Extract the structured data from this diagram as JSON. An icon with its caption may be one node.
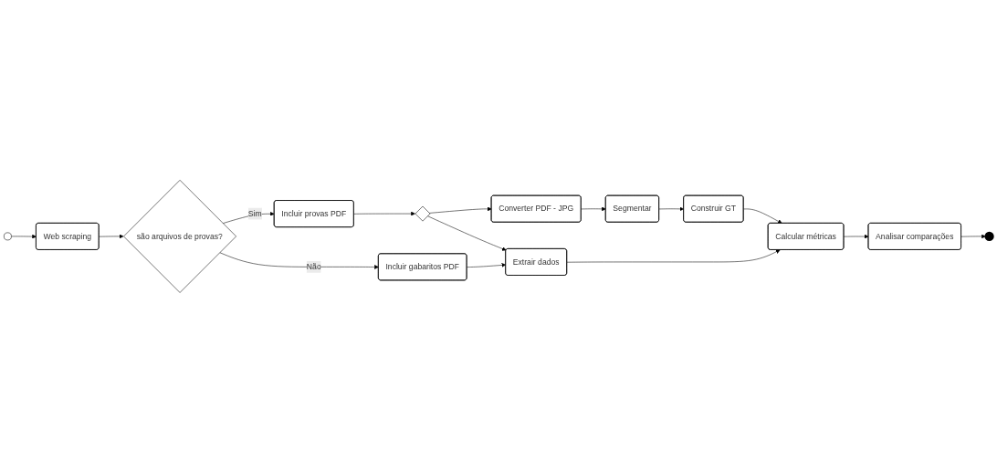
{
  "diagram": {
    "nodes": [
      {
        "text": [],
        "shape": "circle"
      },
      {
        "text": [
          "Web scraping"
        ]
      },
      {
        "text": [
          "são arquivos de provas?"
        ]
      },
      {
        "text": [
          "Incluir provas PDF"
        ]
      },
      {
        "text": [
          "Incluir gabaritos PDF"
        ]
      },
      {
        "text": [],
        "shape": "diamond"
      },
      {
        "text": [
          "Converter PDF - JPG"
        ]
      },
      {
        "text": [
          "Segmentar"
        ]
      },
      {
        "text": [
          "Construir GT"
        ]
      },
      {
        "text": [
          "Extrair dados"
        ]
      },
      {
        "text": [
          "Calcular métricas"
        ]
      },
      {
        "text": [
          "Analisar comparações"
        ]
      },
      {
        "text": [],
        "shape": "circle"
      }
    ],
    "edges": [
      {
        "from": 0,
        "to": 1,
        "arrow": "to"
      },
      {
        "from": 1,
        "to": 2,
        "arrow": "to"
      },
      {
        "from": 2,
        "to": 3,
        "arrow": "to",
        "label": "Sim"
      },
      {
        "from": 2,
        "to": 4,
        "arrow": "to",
        "label": "Não"
      },
      {
        "from": 3,
        "to": 5,
        "arrow": "to"
      },
      {
        "from": 5,
        "to": 6,
        "arrow": "to"
      },
      {
        "from": 5,
        "to": 9,
        "arrow": "to"
      },
      {
        "from": 6,
        "to": 7,
        "arrow": "to"
      },
      {
        "from": 7,
        "to": 8,
        "arrow": "to"
      },
      {
        "from": 8,
        "to": 10,
        "arrow": "to"
      },
      {
        "from": 4,
        "to": 9,
        "arrow": "to"
      },
      {
        "from": 9,
        "to": 10,
        "arrow": "to"
      },
      {
        "from": 10,
        "to": 11,
        "arrow": "to"
      },
      {
        "from": 11,
        "to": 12,
        "arrow": "to"
      }
    ]
  }
}
